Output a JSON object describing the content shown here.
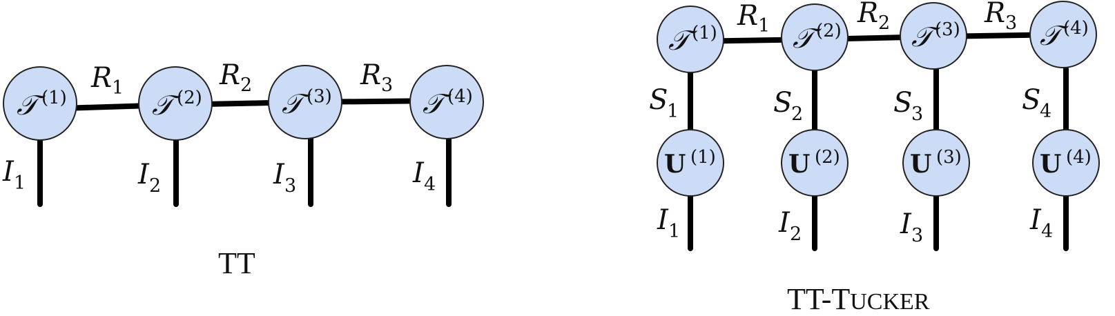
{
  "tt": {
    "caption": "TT",
    "cores": [
      {
        "symbol": "𝒯",
        "index": "(1)"
      },
      {
        "symbol": "𝒯",
        "index": "(2)"
      },
      {
        "symbol": "𝒯",
        "index": "(3)"
      },
      {
        "symbol": "𝒯",
        "index": "(4)"
      }
    ],
    "ranks": [
      {
        "symbol": "R",
        "index": "1"
      },
      {
        "symbol": "R",
        "index": "2"
      },
      {
        "symbol": "R",
        "index": "3"
      }
    ],
    "legs": [
      {
        "symbol": "I",
        "index": "1"
      },
      {
        "symbol": "I",
        "index": "2"
      },
      {
        "symbol": "I",
        "index": "3"
      },
      {
        "symbol": "I",
        "index": "4"
      }
    ]
  },
  "tt_tucker": {
    "caption_prefix": "TT-T",
    "caption_smallcaps": "UCKER",
    "cores": [
      {
        "symbol": "𝒯",
        "index": "(1)"
      },
      {
        "symbol": "𝒯",
        "index": "(2)"
      },
      {
        "symbol": "𝒯",
        "index": "(3)"
      },
      {
        "symbol": "𝒯",
        "index": "(4)"
      }
    ],
    "ranks": [
      {
        "symbol": "R",
        "index": "1"
      },
      {
        "symbol": "R",
        "index": "2"
      },
      {
        "symbol": "R",
        "index": "3"
      }
    ],
    "factors": [
      {
        "symbol": "U",
        "index": "(1)"
      },
      {
        "symbol": "U",
        "index": "(2)"
      },
      {
        "symbol": "U",
        "index": "(3)"
      },
      {
        "symbol": "U",
        "index": "(4)"
      }
    ],
    "tucker_ranks": [
      {
        "symbol": "S",
        "index": "1"
      },
      {
        "symbol": "S",
        "index": "2"
      },
      {
        "symbol": "S",
        "index": "3"
      },
      {
        "symbol": "S",
        "index": "4"
      }
    ],
    "legs": [
      {
        "symbol": "I",
        "index": "1"
      },
      {
        "symbol": "I",
        "index": "2"
      },
      {
        "symbol": "I",
        "index": "3"
      },
      {
        "symbol": "I",
        "index": "4"
      }
    ]
  },
  "colors": {
    "node_fill": "#cddcf6",
    "node_stroke": "#222222",
    "edge": "#000000"
  }
}
